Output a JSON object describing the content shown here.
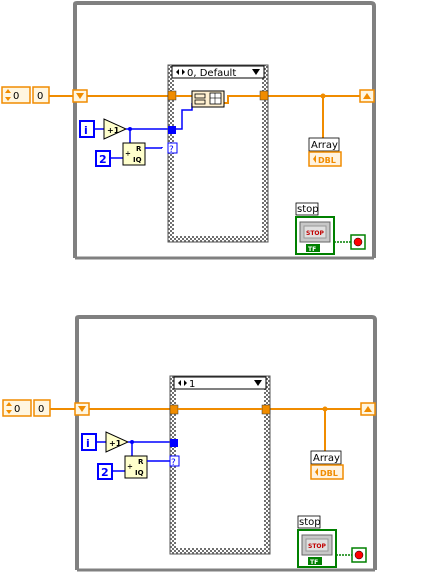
{
  "diagrams": [
    {
      "shift_register_init": "0",
      "indicator_value": "0",
      "iteration_terminal": "i",
      "increment_label": "+1",
      "constant_divisor": "2",
      "quotient_remainder": {
        "r": "R",
        "iq": "IQ"
      },
      "case_selector": "0, Default",
      "selector_terminal": "?",
      "array_label": "Array",
      "array_type": "DBL",
      "stop_label": "stop",
      "stop_button_text": "STOP",
      "tf_label": "TF"
    },
    {
      "shift_register_init": "0",
      "indicator_value": "0",
      "iteration_terminal": "i",
      "increment_label": "+1",
      "constant_divisor": "2",
      "quotient_remainder": {
        "r": "R",
        "iq": "IQ"
      },
      "case_selector": "1",
      "selector_terminal": "?",
      "array_label": "Array",
      "array_type": "DBL",
      "stop_label": "stop",
      "stop_button_text": "STOP",
      "tf_label": "TF"
    }
  ],
  "colors": {
    "wire_array": "#f08c00",
    "wire_integer": "#0000ff",
    "loop_frame": "#808080",
    "case_frame": "#7f7f7f",
    "stop_frame": "#008000",
    "stop_terminal": "#ff0000"
  }
}
